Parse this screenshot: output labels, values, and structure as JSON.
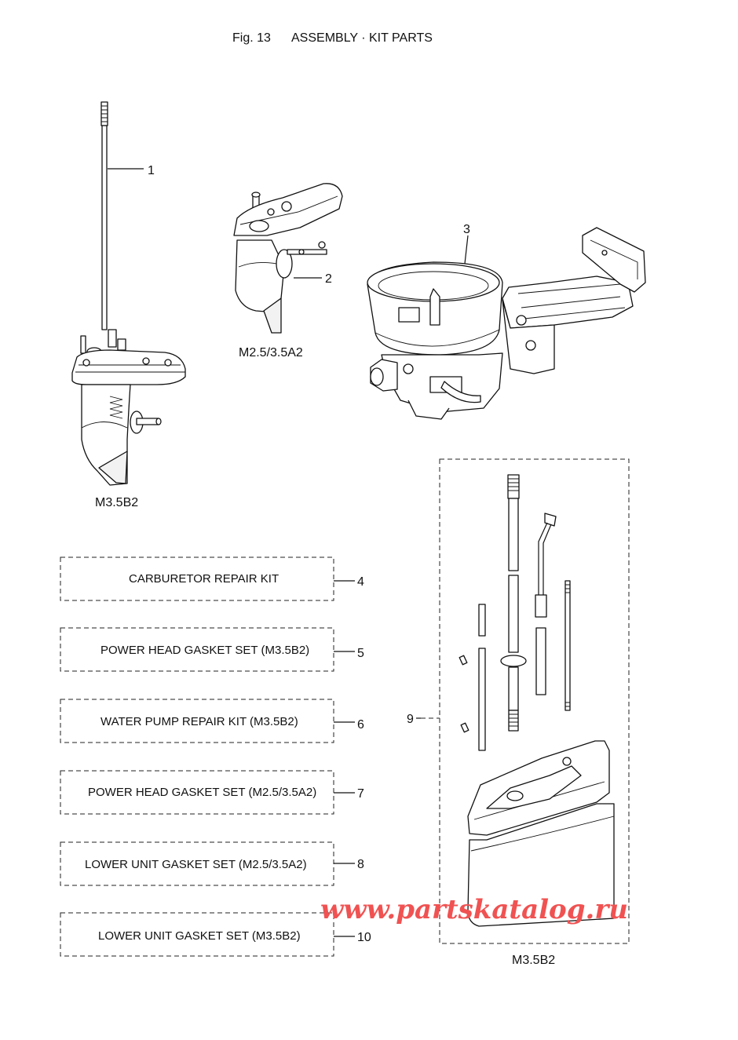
{
  "figure": {
    "label": "Fig. 13",
    "title": "ASSEMBLY · KIT PARTS"
  },
  "parts": [
    {
      "num": "1",
      "variant": "M3.5B2"
    },
    {
      "num": "2",
      "variant": "M2.5/3.5A2"
    },
    {
      "num": "3"
    },
    {
      "num": "9",
      "variant": "M3.5B2"
    }
  ],
  "kits": [
    {
      "num": "4",
      "label": "CARBURETOR REPAIR KIT"
    },
    {
      "num": "5",
      "label": "POWER HEAD GASKET SET (M3.5B2)"
    },
    {
      "num": "6",
      "label": "WATER PUMP REPAIR KIT (M3.5B2)"
    },
    {
      "num": "7",
      "label": "POWER HEAD GASKET SET (M2.5/3.5A2)"
    },
    {
      "num": "8",
      "label": "LOWER UNIT GASKET SET (M2.5/3.5A2)"
    },
    {
      "num": "10",
      "label": "LOWER UNIT GASKET SET (M3.5B2)"
    }
  ],
  "watermark": {
    "text": "www.partskatalog.ru",
    "color": "#f05252"
  }
}
